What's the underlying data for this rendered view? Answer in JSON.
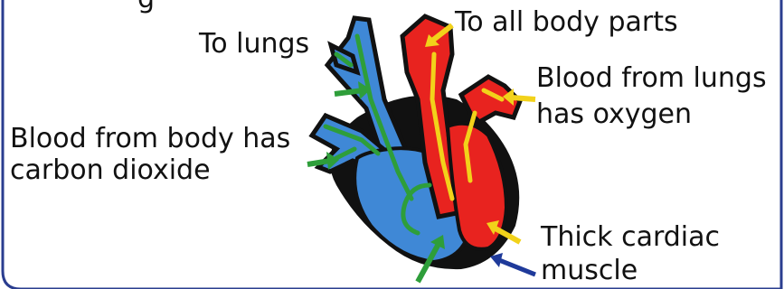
{
  "labels": {
    "top_cut": "g",
    "to_lungs": "To lungs",
    "to_all_body_parts": "To all body parts",
    "blood_from_lungs_line1": "Blood from lungs",
    "blood_from_lungs_line2": "has oxygen",
    "blood_from_body_line1": "Blood from body has",
    "blood_from_body_line2": "carbon dioxide",
    "thick_muscle_line1": "Thick cardiac",
    "thick_muscle_line2": "muscle"
  },
  "colors": {
    "frame": "#2a3d8f",
    "deoxygenated": "#3f88d6",
    "oxygenated": "#e8231f",
    "outline": "#111111",
    "green_arrow": "#2e9e3a",
    "yellow_arrow": "#f2d21a",
    "navy_arrow": "#1f3a9a"
  }
}
